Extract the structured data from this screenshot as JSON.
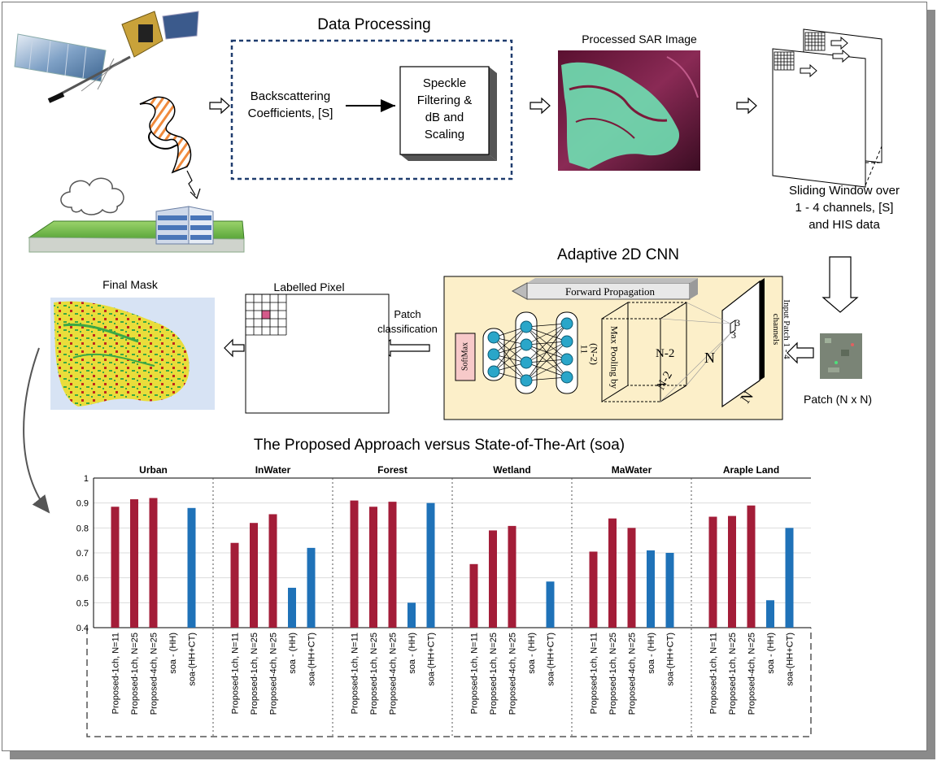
{
  "titles": {
    "data_processing": "Data Processing",
    "processed_sar": "Processed SAR Image",
    "adaptive_cnn": "Adaptive 2D CNN",
    "final_mask": "Final Mask",
    "labelled_pixel": "Labelled Pixel",
    "chart_title": "The Proposed Approach versus State-of-The-Art (soa)"
  },
  "labels": {
    "backscattering_1": "Backscattering",
    "backscattering_2": "Coefficients, [S]",
    "speckle_1": "Speckle",
    "speckle_2": "Filtering &",
    "speckle_3": "dB and",
    "speckle_4": "Scaling",
    "sliding_1": "Sliding Window over",
    "sliding_2": "1 - 4 channels, [S]",
    "sliding_3": "and HIS data",
    "patch": "Patch (N x N)",
    "patch_class_1": "Patch",
    "patch_class_2": "classification",
    "forward_prop": "Forward Propagation",
    "softmax": "SoftMax",
    "max_pooling": "Max Pooling by",
    "n_minus_2_rot": "(N-2)",
    "n_minus_2": "N-2",
    "n_minus_2_b": "N-2",
    "n_big": "N",
    "n_big_b": "N",
    "three_a": "3",
    "three_b": "3",
    "input_patch_1": "Input Patch 1 - 4",
    "input_patch_2": "channels",
    "eleven": "11"
  },
  "colors": {
    "proposed": "#a31d38",
    "soa": "#1f72b8",
    "cnn_bg": "#fcefc9",
    "neuron": "#2aa6c9"
  },
  "chart_data": {
    "type": "bar",
    "title": "The Proposed Approach versus State-of-The-Art (soa)",
    "ylim": [
      0.4,
      1.0
    ],
    "yticks": [
      "0.4",
      "0.5",
      "0.6",
      "0.7",
      "0.8",
      "0.9",
      "1"
    ],
    "grid": true,
    "categories": [
      "Proposed-1ch, N=11",
      "Proposed-1ch, N=25",
      "Proposed-4ch, N=25",
      "soa - (HH)",
      "soa-(HH+CT)"
    ],
    "groups": [
      {
        "name": "Urban",
        "values": [
          0.885,
          0.915,
          0.92,
          null,
          0.88
        ]
      },
      {
        "name": "InWater",
        "values": [
          0.74,
          0.82,
          0.855,
          0.56,
          0.72
        ]
      },
      {
        "name": "Forest",
        "values": [
          0.91,
          0.885,
          0.905,
          0.5,
          0.9
        ]
      },
      {
        "name": "Wetland",
        "values": [
          0.655,
          0.79,
          0.808,
          null,
          0.585
        ]
      },
      {
        "name": "MaWater",
        "values": [
          0.705,
          0.838,
          0.8,
          0.71,
          0.7
        ]
      },
      {
        "name": "Araple Land",
        "values": [
          0.845,
          0.848,
          0.89,
          0.51,
          0.8
        ]
      }
    ]
  }
}
